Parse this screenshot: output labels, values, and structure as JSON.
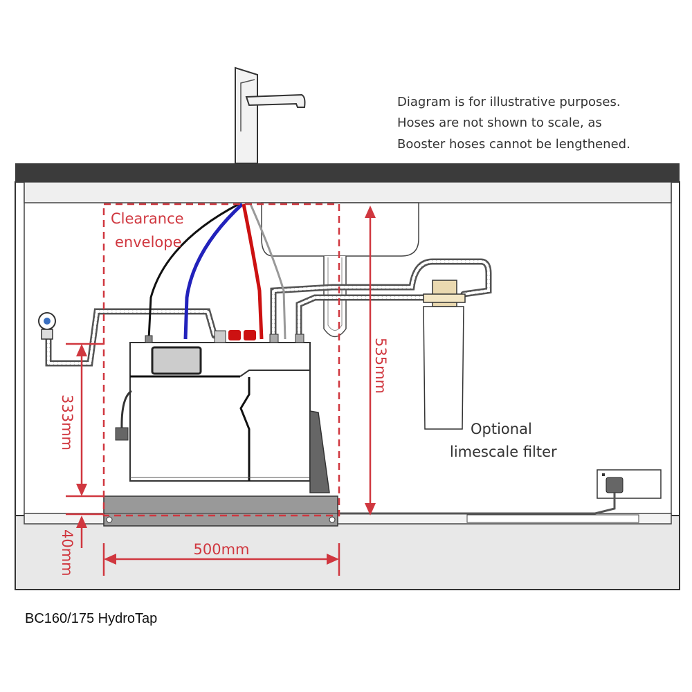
{
  "note": {
    "line1": "Diagram is for illustrative purposes.",
    "line2": "Hoses are not shown to scale, as",
    "line3": "Booster  hoses cannot be lengthened."
  },
  "clearance": {
    "line1": "Clearance",
    "line2": "envelope"
  },
  "dimensions": {
    "height_total": "535mm",
    "height_unit": "333mm",
    "plinth": "40mm",
    "width": "500mm"
  },
  "filter": {
    "line1": "Optional",
    "line2": "limescale filter"
  },
  "caption": "BC160/175 HydroTap",
  "colors": {
    "dimension_red": "#d0373f",
    "hot_hose": "#cc1111",
    "cold_hose": "#2222bb",
    "countertop": "#3b3b3b"
  }
}
